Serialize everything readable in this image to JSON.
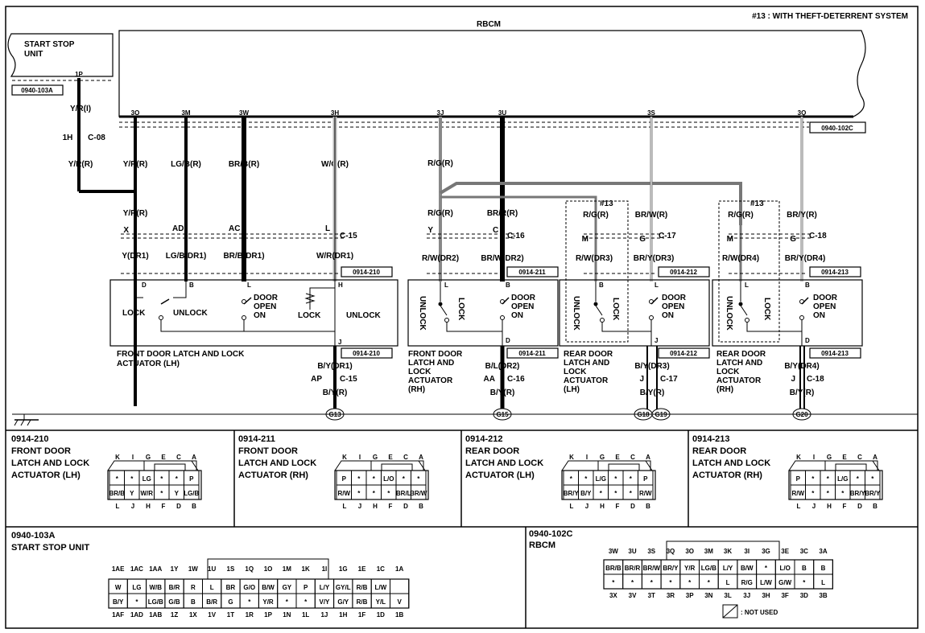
{
  "header": {
    "note": "#13 : WITH THEFT-DETERRENT SYSTEM",
    "rbcm": "RBCM"
  },
  "start_stop": {
    "title": "START STOP\nUNIT",
    "pin": "1P",
    "connector": "0940-103A",
    "wire1": "Y/R(I)",
    "joint": "1H",
    "joint_conn": "C-08",
    "wire2": "Y/R(R)"
  },
  "rbcm_connector": "0940-102C",
  "rbcm_pins": [
    "3O",
    "3M",
    "3W",
    "3H",
    "3J",
    "3U",
    "3S",
    "3Q"
  ],
  "upper_wires": [
    "Y/R(R)",
    "LG/B(R)",
    "BR/B(R)",
    "W/G(R)",
    "R/G(R)",
    "",
    "",
    ""
  ],
  "lh_front": {
    "wire_mid": "Y/R(R)",
    "joint_pins": [
      "X",
      "AD",
      "AC",
      "L"
    ],
    "joint_conn": "C-15",
    "lower_wires": [
      "Y(DR1)",
      "LG/B(DR1)",
      "BR/B(DR1)",
      "W/R(DR1)"
    ],
    "conn": "0914-210",
    "pins": [
      "D",
      "B",
      "L",
      "H",
      "J"
    ],
    "lock": "LOCK",
    "unlock": "UNLOCK",
    "door": "DOOR\nOPEN\nON",
    "lock2": "LOCK",
    "unlock2": "UNLOCK",
    "out_conn": "0914-210",
    "out1": "B/Y(DR1)",
    "out_pin": "AP",
    "out_jc": "C-15",
    "out2": "B/Y(R)",
    "ground": "G13",
    "label": "FRONT DOOR LATCH AND LOCK\nACTUATOR (LH)"
  },
  "rh_front": {
    "wires_top": [
      "R/G(R)",
      "BR/R(R)"
    ],
    "joint_pins": [
      "Y",
      "C"
    ],
    "joint_conn": "C-16",
    "lower_wires": [
      "R/W(DR2)",
      "BR/W(DR2)"
    ],
    "conn": "0914-211",
    "pins": [
      "L",
      "B",
      "D"
    ],
    "unlock": "UNLOCK",
    "lock": "LOCK",
    "door": "DOOR\nOPEN\nON",
    "out_conn": "0914-211",
    "out1": "B/L(DR2)",
    "out_pin": "AA",
    "out_jc": "C-16",
    "out2": "B/Y(R)",
    "ground": "G15",
    "label": "FRONT DOOR\nLATCH AND\nLOCK\nACTUATOR\n(RH)"
  },
  "rl_rear": {
    "note": "#13",
    "wires_top": [
      "R/G(R)",
      "BR/W(R)"
    ],
    "joint_pins": [
      "M",
      "G"
    ],
    "joint_conn": "C-17",
    "lower_wires": [
      "R/W(DR3)",
      "BR/Y(DR3)"
    ],
    "conn": "0914-212",
    "pins": [
      "B",
      "L",
      "J"
    ],
    "unlock": "UNLOCK",
    "lock": "LOCK",
    "door": "DOOR\nOPEN\nON",
    "out_conn": "0914-212",
    "out1": "B/Y(DR3)",
    "out_pin": "J",
    "out_jc": "C-17",
    "out2": "B/Y(R)",
    "ground1": "G18",
    "ground2": "G19",
    "label": "REAR DOOR\nLATCH AND\nLOCK\nACTUATOR\n(LH)"
  },
  "rr_rear": {
    "note": "#13",
    "wires_top": [
      "R/G(R)",
      "BR/Y(R)"
    ],
    "joint_pins": [
      "M",
      "G"
    ],
    "joint_conn": "C-18",
    "lower_wires": [
      "R/W(DR4)",
      "BR/Y(DR4)"
    ],
    "conn": "0914-213",
    "pins": [
      "L",
      "B",
      "D"
    ],
    "unlock": "UNLOCK",
    "lock": "LOCK",
    "door": "DOOR\nOPEN\nON",
    "out_conn": "0914-213",
    "out1": "B/Y(DR4)",
    "out_pin": "J",
    "out_jc": "C-18",
    "out2": "B/Y(R)",
    "ground": "G20",
    "label": "REAR DOOR\nLATCH AND\nLOCK\nACTUATOR\n(RH)"
  },
  "connectors": [
    {
      "code": "0914-210",
      "name": "FRONT DOOR\nLATCH AND LOCK\nACTUATOR (LH)",
      "top": [
        "K",
        "I",
        "G",
        "E",
        "C",
        "A"
      ],
      "bottom": [
        "L",
        "J",
        "H",
        "F",
        "D",
        "B"
      ],
      "row1": [
        "*",
        "*",
        "LG",
        "*",
        "*",
        "P"
      ],
      "row2": [
        "BR/B",
        "Y",
        "W/R",
        "*",
        "Y",
        "LG/B"
      ]
    },
    {
      "code": "0914-211",
      "name": "FRONT DOOR\nLATCH AND LOCK\nACTUATOR (RH)",
      "top": [
        "K",
        "I",
        "G",
        "E",
        "C",
        "A"
      ],
      "bottom": [
        "L",
        "J",
        "H",
        "F",
        "D",
        "B"
      ],
      "row1": [
        "P",
        "*",
        "*",
        "L/O",
        "*",
        "*"
      ],
      "row2": [
        "R/W",
        "*",
        "*",
        "*",
        "BR/L",
        "BR/W"
      ]
    },
    {
      "code": "0914-212",
      "name": "REAR DOOR\nLATCH AND LOCK\nACTUATOR (LH)",
      "top": [
        "K",
        "I",
        "G",
        "E",
        "C",
        "A"
      ],
      "bottom": [
        "L",
        "J",
        "H",
        "F",
        "D",
        "B"
      ],
      "row1": [
        "*",
        "*",
        "L/G",
        "*",
        "*",
        "P"
      ],
      "row2": [
        "BR/Y",
        "B/Y",
        "*",
        "*",
        "*",
        "R/W"
      ]
    },
    {
      "code": "0914-213",
      "name": "REAR DOOR\nLATCH AND LOCK\nACTUATOR (RH)",
      "top": [
        "K",
        "I",
        "G",
        "E",
        "C",
        "A"
      ],
      "bottom": [
        "L",
        "J",
        "H",
        "F",
        "D",
        "B"
      ],
      "row1": [
        "P",
        "*",
        "*",
        "L/G",
        "*",
        "*"
      ],
      "row2": [
        "R/W",
        "*",
        "*",
        "*",
        "BR/Y",
        "BR/Y"
      ]
    }
  ],
  "ssu": {
    "code": "0940-103A",
    "name": "START STOP UNIT",
    "top": [
      "1AE",
      "1AC",
      "1AA",
      "1Y",
      "1W",
      "1U",
      "1S",
      "1Q",
      "1O",
      "1M",
      "1K",
      "1I",
      "1G",
      "1E",
      "1C",
      "1A"
    ],
    "bottom": [
      "1AF",
      "1AD",
      "1AB",
      "1Z",
      "1X",
      "1V",
      "1T",
      "1R",
      "1P",
      "1N",
      "1L",
      "1J",
      "1H",
      "1F",
      "1D",
      "1B"
    ],
    "row1": [
      "W",
      "LG",
      "W/B",
      "B/R",
      "R",
      "L",
      "BR",
      "G/O",
      "B/W",
      "GY",
      "P",
      "L/Y",
      "GY/L",
      "R/B",
      "L/W",
      ""
    ],
    "row2": [
      "B/Y",
      "*",
      "LG/B",
      "G/B",
      "B",
      "B/R",
      "G",
      "*",
      "Y/R",
      "*",
      "*",
      "V/Y",
      "G/Y",
      "R/B",
      "Y/L",
      "V"
    ]
  },
  "rbcm_c": {
    "code": "0940-102C",
    "name": "RBCM",
    "top": [
      "3W",
      "3U",
      "3S",
      "3Q",
      "3O",
      "3M",
      "3K",
      "3I",
      "3G",
      "3E",
      "3C",
      "3A"
    ],
    "bottom": [
      "3X",
      "3V",
      "3T",
      "3R",
      "3P",
      "3N",
      "3L",
      "3J",
      "3H",
      "3F",
      "3D",
      "3B"
    ],
    "row1": [
      "BR/B",
      "BR/R",
      "BR/W",
      "BR/Y",
      "Y/R",
      "LG/B",
      "L/Y",
      "B/W",
      "*",
      "L/O",
      "B",
      "B"
    ],
    "row2": [
      "*",
      "*",
      "*",
      "*",
      "*",
      "*",
      "L",
      "R/G",
      "L/W",
      "G/W",
      "*",
      "L"
    ],
    "not_used": ": NOT USED"
  }
}
